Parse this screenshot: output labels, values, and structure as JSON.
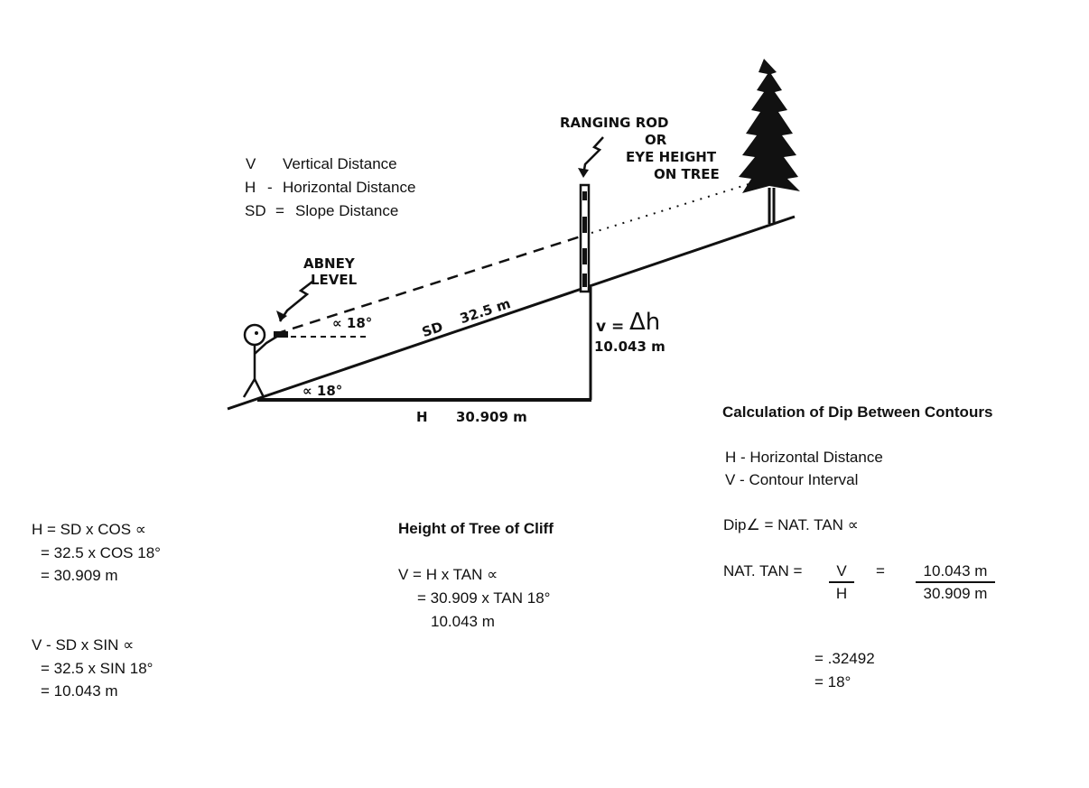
{
  "legend": {
    "v_key": "V",
    "v_desc": "Vertical Distance",
    "h_key": "H",
    "h_sep": "-",
    "h_desc": "Horizontal Distance",
    "sd_key": "SD",
    "sd_sep": "=",
    "sd_desc": "Slope Distance"
  },
  "labels": {
    "ranging_rod_1": "RANGING ROD",
    "ranging_rod_2": "OR",
    "ranging_rod_3": "EYE HEIGHT",
    "ranging_rod_4": "ON TREE",
    "abney_1": "ABNEY",
    "abney_2": "LEVEL",
    "alpha_eye": "∝ 18°",
    "alpha_base": "∝ 18°",
    "sd": "SD",
    "sd_value": "32.5 m",
    "v_eq": "v =",
    "delta_h": "Δh",
    "v_value": "10.043 m",
    "h": "H",
    "h_value": "30.909 m"
  },
  "h_formula": {
    "line1": "H = SD x COS ∝",
    "line2": "= 32.5 x COS 18°",
    "line3": "= 30.909 m"
  },
  "v_formula": {
    "line1": "V - SD x SIN ∝",
    "line2": "= 32.5 x SIN 18°",
    "line3": "= 10.043 m"
  },
  "tree_height": {
    "title": "Height of Tree of Cliff",
    "line1": "V = H x TAN ∝",
    "line2": "= 30.909 x TAN 18°",
    "line3": "10.043 m"
  },
  "dip": {
    "title": "Calculation of Dip Between Contours",
    "h_def": "H - Horizontal Distance",
    "v_def": "V - Contour Interval",
    "dip_eq": "Dip∠ = NAT. TAN ∝",
    "nat_tan": "NAT. TAN =",
    "frac_num": "V",
    "frac_den": "H",
    "equals": "=",
    "val_num": "10.043 m",
    "val_den": "30.909 m",
    "result1": "= .32492",
    "result2": "= 18°"
  }
}
